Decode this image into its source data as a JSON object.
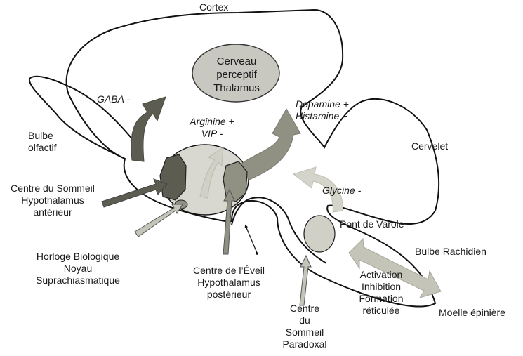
{
  "labels": {
    "cortex": "Cortex",
    "thalamus": [
      "Cerveau",
      "perceptif",
      "Thalamus"
    ],
    "gaba": "GABA -",
    "arginine": [
      "Arginine +",
      "VIP -"
    ],
    "dopamine": [
      "Dopamine +",
      "Histamine +"
    ],
    "bulbe_olfactif": [
      "Bulbe",
      "olfactif"
    ],
    "cervelet": "Cervelet",
    "centre_sommeil": [
      "Centre du Sommeil",
      "Hypothalamus",
      "antérieur"
    ],
    "glycine": "Glycine -",
    "pont_varole": "Pont de  Varole",
    "bulbe_rachidien": "Bulbe Rachidien",
    "horloge": [
      "Horloge Biologique",
      "Noyau",
      "Suprachiasmatique"
    ],
    "centre_eveil": [
      "Centre de l’Éveil",
      "Hypothalamus",
      "postérieur"
    ],
    "activation": [
      "Activation",
      "Inhibition",
      "Formation",
      "réticulée"
    ],
    "moelle": "Moelle épinière",
    "sommeil_paradoxal": [
      "Centre",
      "du",
      "Sommeil",
      "Paradoxal"
    ]
  },
  "colors": {
    "outline": "#111111",
    "thalamus_fill": "#c8c8c0",
    "hypothalamus_fill": "#d8d8d0",
    "dark_arrow": "#5c5c50",
    "mid_arrow": "#909083",
    "light_arrow": "#c4c4b8",
    "pale_arrow": "#d4d4ca"
  }
}
